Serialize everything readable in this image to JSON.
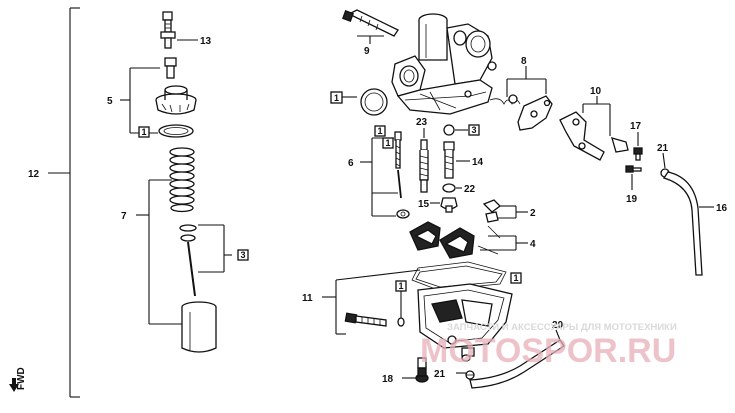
{
  "callouts": {
    "n1": "1",
    "n2": "2",
    "n3": "3",
    "n4": "4",
    "n5": "5",
    "n6": "6",
    "n7": "7",
    "n8": "8",
    "n9": "9",
    "n10": "10",
    "n11": "11",
    "n12": "12",
    "n13": "13",
    "n14": "14",
    "n15": "15",
    "n16": "16",
    "n17": "17",
    "n18": "18",
    "n19": "19",
    "n20": "20",
    "n21a": "21",
    "n21b": "21",
    "n22": "22",
    "n23": "23",
    "box1a": "1",
    "box1b": "1",
    "box1c": "1",
    "box1d": "1",
    "box1e": "1",
    "box1f": "1",
    "box3a": "3",
    "box3b": "3"
  },
  "fwd_label": "FWD",
  "watermark": {
    "sub": "ЗАПЧАСТИ И АКСЕССУАРЫ ДЛЯ МОТОТЕХНИКИ",
    "main": "MOTOSPOR.RU"
  }
}
